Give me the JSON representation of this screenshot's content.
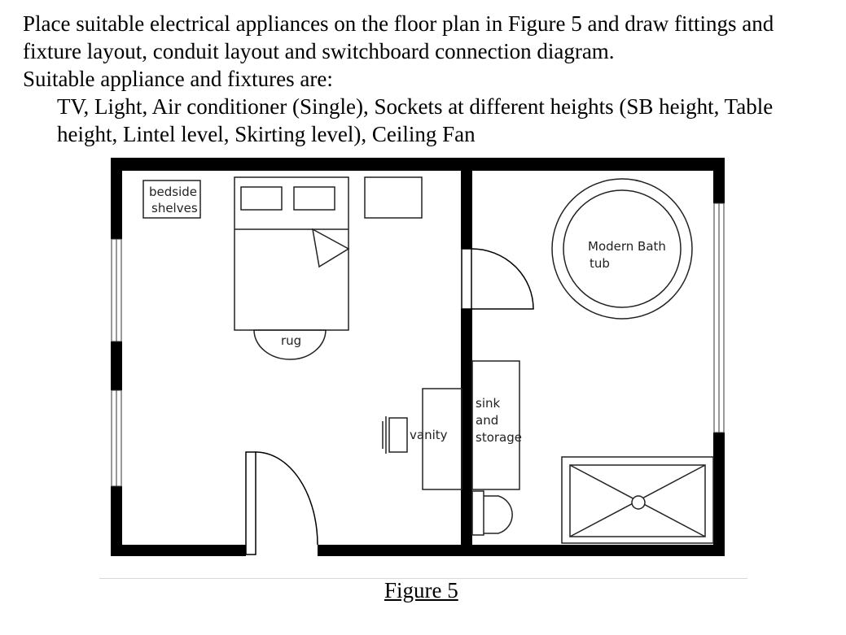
{
  "question": {
    "line1": "Place suitable electrical appliances on the floor plan in Figure 5 and draw fittings and",
    "line2": "fixture layout, conduit layout and switchboard connection diagram.",
    "line3": "Suitable appliance and fixtures are:",
    "line4": "TV, Light, Air conditioner (Single), Sockets at different heights (SB height, Table",
    "line5": "height, Lintel level, Skirting level), Ceiling Fan"
  },
  "plan": {
    "bedside_line1": "bedside",
    "bedside_line2": "shelves",
    "rug": "rug",
    "vanity": "vanity",
    "sink_line1": "sink",
    "sink_line2": "and",
    "sink_line3": "storage",
    "tub_line1": "Modern Bath",
    "tub_line2": "tub"
  },
  "caption": "Figure 5"
}
